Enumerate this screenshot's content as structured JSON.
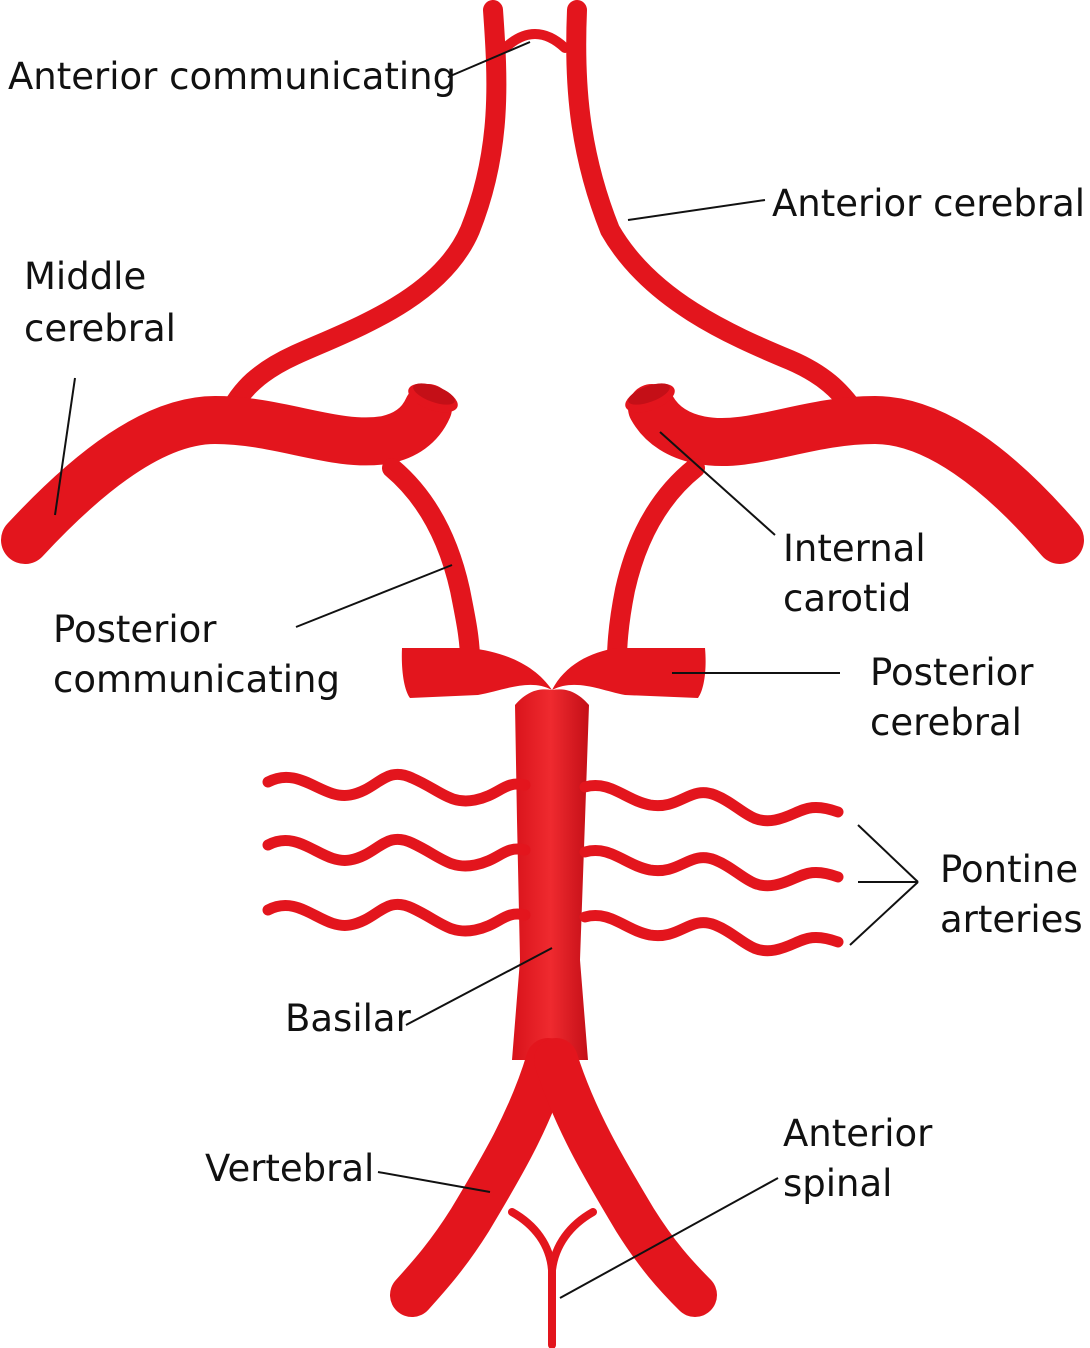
{
  "colors": {
    "artery": "#e3151d",
    "artery_dark": "#b50f16",
    "text": "#111111",
    "background": "#ffffff"
  },
  "labels": {
    "anterior_communicating": "Anterior communicating",
    "anterior_cerebral": "Anterior cerebral",
    "middle_cerebral": [
      "Middle",
      "cerebral"
    ],
    "internal_carotid": [
      "Internal",
      "carotid"
    ],
    "posterior_communicating": [
      "Posterior",
      "communicating"
    ],
    "posterior_cerebral": [
      "Posterior",
      "cerebral"
    ],
    "pontine_arteries": [
      "Pontine",
      "arteries"
    ],
    "basilar": "Basilar",
    "vertebral": "Vertebral",
    "anterior_spinal": [
      "Anterior",
      "spinal"
    ]
  }
}
